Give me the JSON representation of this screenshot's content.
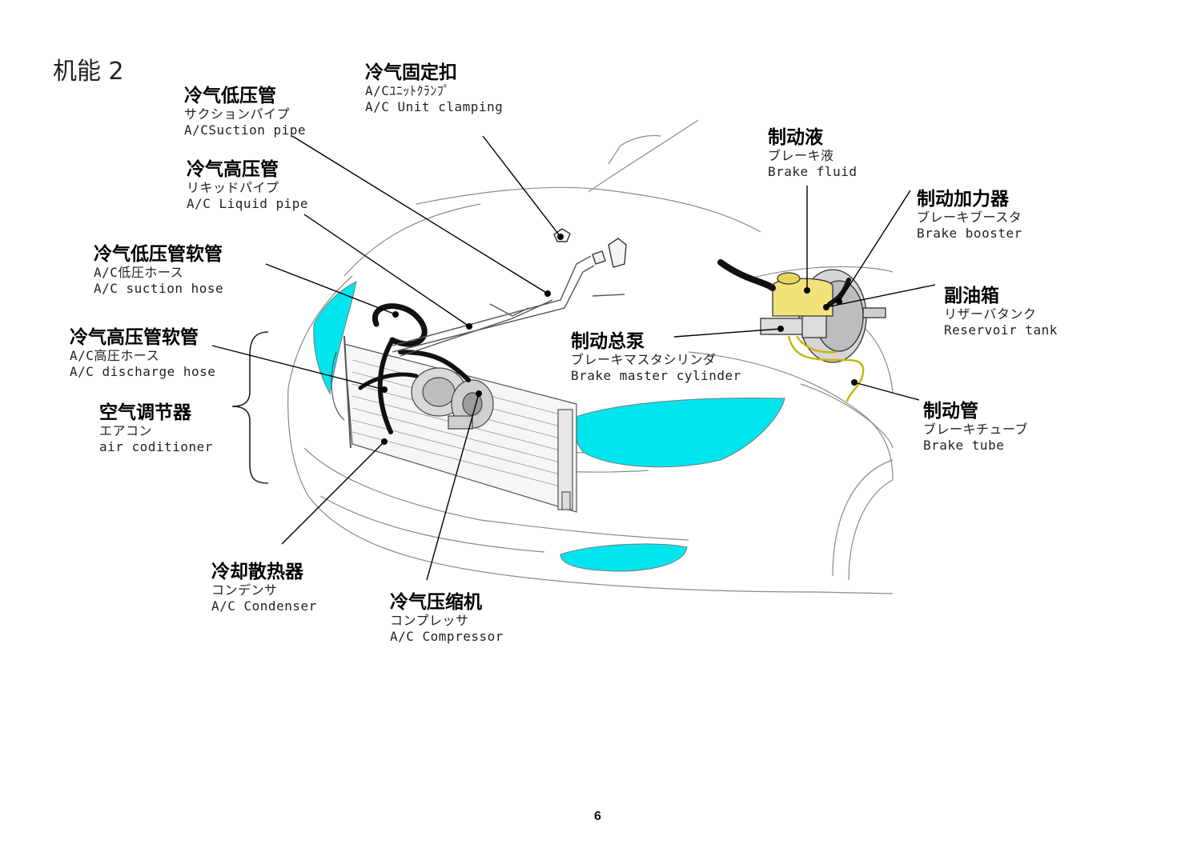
{
  "page": {
    "title": "机能 2",
    "page_number": "6"
  },
  "labels": {
    "ac_suction_pipe": {
      "zh": "冷气低压管",
      "ja": "サクションパイプ",
      "en": "A/CSuction pipe"
    },
    "ac_unit_clamp": {
      "zh": "冷气固定扣",
      "ja": "A/Cﾕﾆｯﾄｸﾗﾝﾌﾟ",
      "en": "A/C Unit  clamping"
    },
    "ac_liquid_pipe": {
      "zh": "冷气高压管",
      "ja": "リキッドパイプ",
      "en": "A/C Liquid  pipe"
    },
    "ac_suction_hose": {
      "zh": "冷气低压管软管",
      "ja": "A/C低圧ホース",
      "en": "A/C  suction hose"
    },
    "ac_discharge_hose": {
      "zh": "冷气高压管软管",
      "ja": "A/C高圧ホース",
      "en": "A/C discharge hose"
    },
    "air_conditioner": {
      "zh": "空气调节器",
      "ja": "エアコン",
      "en": "air coditioner"
    },
    "ac_condenser": {
      "zh": "冷却散热器",
      "ja": "コンデンサ",
      "en": "A/C Condenser"
    },
    "ac_compressor": {
      "zh": "冷气压缩机",
      "ja": "コンプレッサ",
      "en": "A/C Compressor"
    },
    "brake_fluid": {
      "zh": "制动液",
      "ja": "ブレーキ液",
      "en": "Brake fluid"
    },
    "brake_booster": {
      "zh": "制动加力器",
      "ja": "ブレーキブースタ",
      "en": "Brake booster"
    },
    "reservoir_tank": {
      "zh": "副油箱",
      "ja": "リザーバタンク",
      "en": "Reservoir tank"
    },
    "brake_master_cylinder": {
      "zh": "制动总泵",
      "ja": "ブレーキマスタシリンダ",
      "en": "Brake master cylinder"
    },
    "brake_tube": {
      "zh": "制动管",
      "ja": "ブレーキチューブ",
      "en": "Brake tube"
    }
  },
  "colors": {
    "light_highlight": "#00e5ee",
    "brake_tube": "#c8b400",
    "reservoir": "#f2e27a",
    "line_art": "#8a8a8a",
    "leader": "#000000"
  }
}
